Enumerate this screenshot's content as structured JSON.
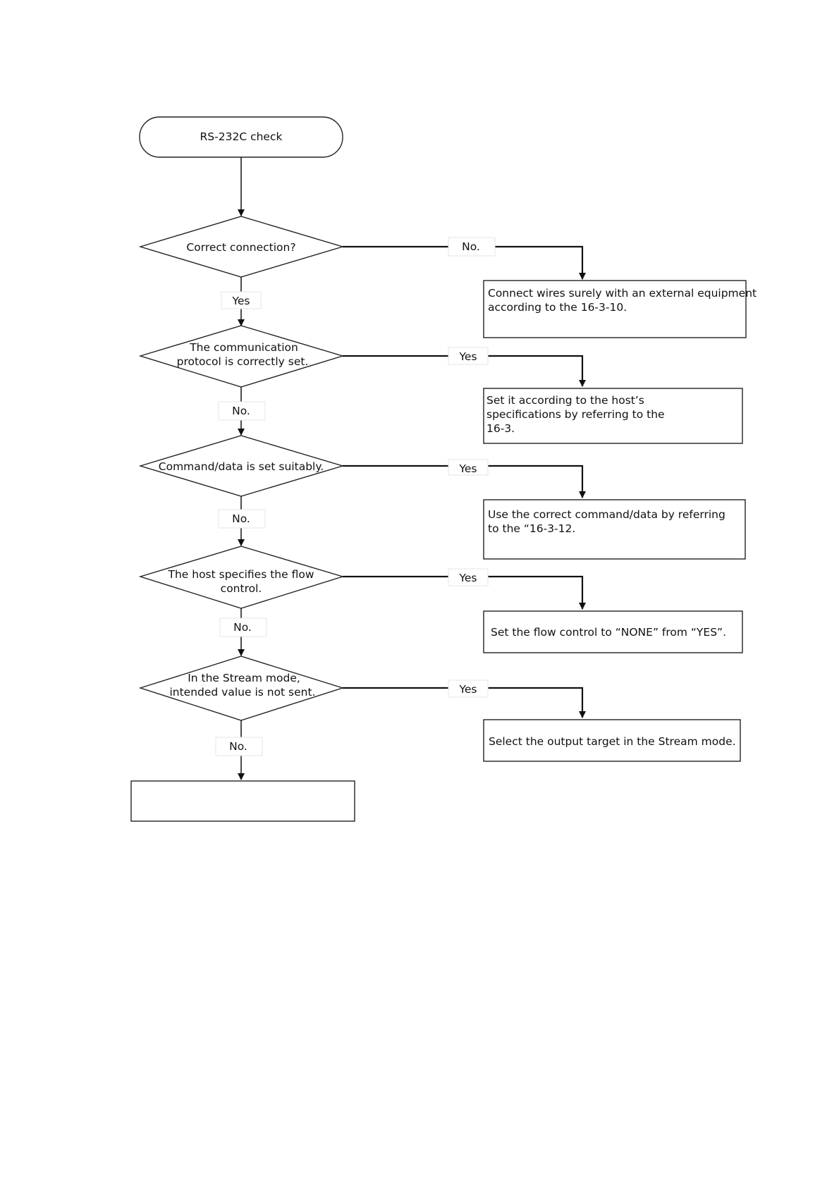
{
  "flowchart": {
    "start": "RS-232C check",
    "decisions": [
      {
        "id": "d1",
        "lines": [
          "Correct connection?"
        ]
      },
      {
        "id": "d2",
        "lines": [
          "The communication",
          "protocol is correctly set."
        ]
      },
      {
        "id": "d3",
        "lines": [
          "Command/data is set suitably."
        ]
      },
      {
        "id": "d4",
        "lines": [
          "The host specifies the flow",
          "control."
        ]
      },
      {
        "id": "d5",
        "lines": [
          "In the Stream mode,",
          "intended value is not sent."
        ]
      }
    ],
    "actions": [
      {
        "id": "a1",
        "lines": [
          "Connect wires surely with an external equipment",
          "according to the 16-3-10."
        ]
      },
      {
        "id": "a2",
        "lines": [
          "Set it according to the host’s",
          "specifications by referring to the",
          "16-3."
        ]
      },
      {
        "id": "a3",
        "lines": [
          "Use the correct command/data by referring",
          "to the “16-3-12."
        ]
      },
      {
        "id": "a4",
        "lines": [
          "Set the flow control to “NONE” from “YES”."
        ]
      },
      {
        "id": "a5",
        "lines": [
          "Select the output target in the Stream mode."
        ]
      }
    ],
    "end_box": "",
    "branch_labels": {
      "d1_right": "No.",
      "d1_down": "Yes",
      "d2_right": "Yes",
      "d2_down": "No.",
      "d3_right": "Yes",
      "d3_down": "No.",
      "d4_right": "Yes",
      "d4_down": "No.",
      "d5_right": "Yes",
      "d5_down": "No."
    }
  }
}
